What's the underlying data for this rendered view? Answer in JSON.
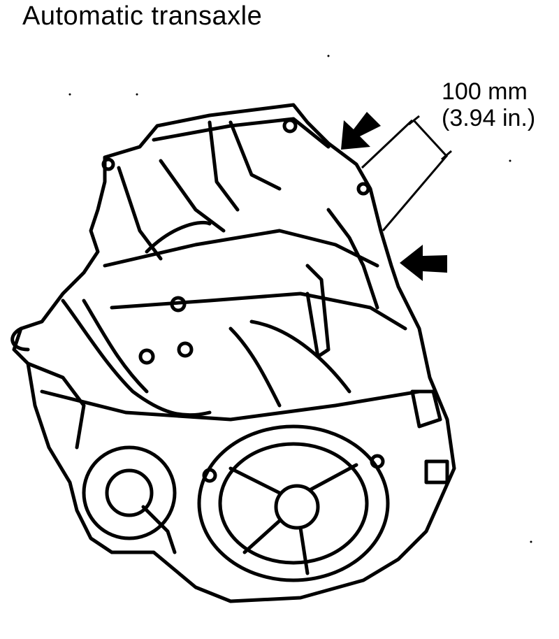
{
  "figure": {
    "title": "Automatic transaxle",
    "dimension": {
      "metric": "100 mm",
      "imperial": "(3.94 in.)"
    }
  }
}
